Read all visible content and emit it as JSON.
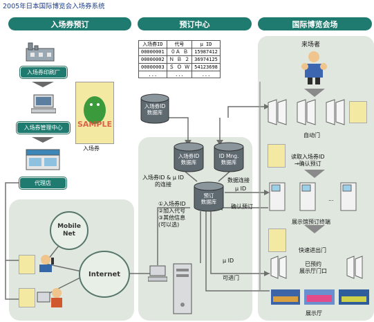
{
  "title": "2005年日本国际博览会入场券系统",
  "headers": {
    "left": "入场券预订",
    "center": "预订中心",
    "right": "国际博览会场"
  },
  "left": {
    "printer": "入场券印刷厂",
    "manager": "入场券管理中心",
    "agent": "代理店",
    "ticket_caption": "入场券",
    "ticket_sample": "SAMPLE",
    "mobile_net": "Mobile\nNet",
    "internet": "Internet"
  },
  "center": {
    "table_headers": [
      "入场券ID",
      "代号",
      "μ ID"
    ],
    "table_rows": [
      [
        "00000001",
        "０Ａ Ｂ",
        "15987412"
      ],
      [
        "00000002",
        "Ｎ Ｂ ２",
        "36974125"
      ],
      [
        "00000003",
        "Ｓ Ｏ Ｗ",
        "54123698"
      ],
      [
        "...",
        "...",
        "..."
      ]
    ],
    "db_ticket_top": "入场券ID\n数据库",
    "db_ticket": "入场券ID\n数据库",
    "db_mng": "ID Mng.\n数据库",
    "db_booking": "预订\n数据库",
    "link_ticket_uid": "入场券ID & μ ID\n的连接",
    "data_link": "数据连接",
    "steps": "①入场券ID\n②加入代号\n③其他信息\n(可以选)"
  },
  "right": {
    "visitor": "来场者",
    "auto_gate": "自动门",
    "read_id": "读取入场券ID\n→确认预订",
    "uid1": "μ ID",
    "confirm": "确认预订",
    "dots": "...",
    "terminal": "展示馆预订终端",
    "fast_gate": "快速进出门",
    "booked_gate": "已预约\n展示厅门口",
    "uid2": "μ ID",
    "enter": "可进门",
    "hall": "展示厅"
  },
  "colors": {
    "header": "#1f7b6f",
    "panel": "#dfe7de",
    "line": "#6e6e6e"
  }
}
